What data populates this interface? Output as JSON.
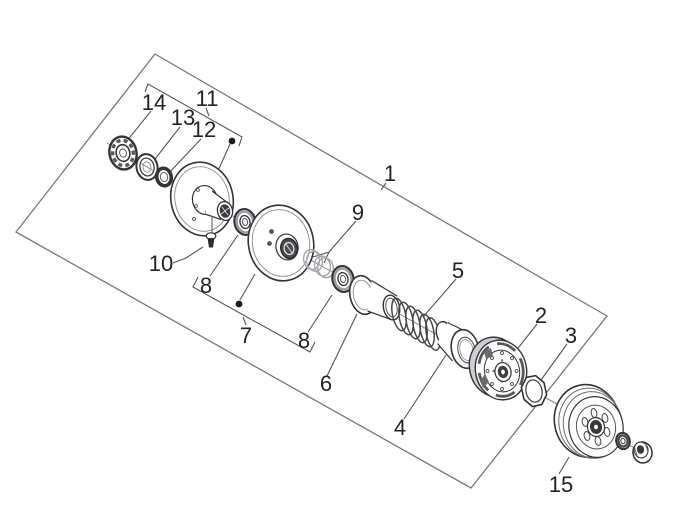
{
  "diagram": {
    "type": "exploded-parts-diagram",
    "callouts": {
      "n1": "1",
      "n2": "2",
      "n3": "3",
      "n4": "4",
      "n5": "5",
      "n6": "6",
      "n7": "7",
      "n8a": "8",
      "n8b": "8",
      "n9": "9",
      "n10": "10",
      "n11": "11",
      "n12": "12",
      "n13": "13",
      "n14": "14",
      "n15": "15"
    },
    "colors": {
      "background": "#ffffff",
      "border_line": "#77787c",
      "leader_line": "#55565a",
      "part_outline": "#333438",
      "dark_fill": "#3b3b3f",
      "mid_gray": "#9c9ca0",
      "text": "#232326"
    }
  }
}
